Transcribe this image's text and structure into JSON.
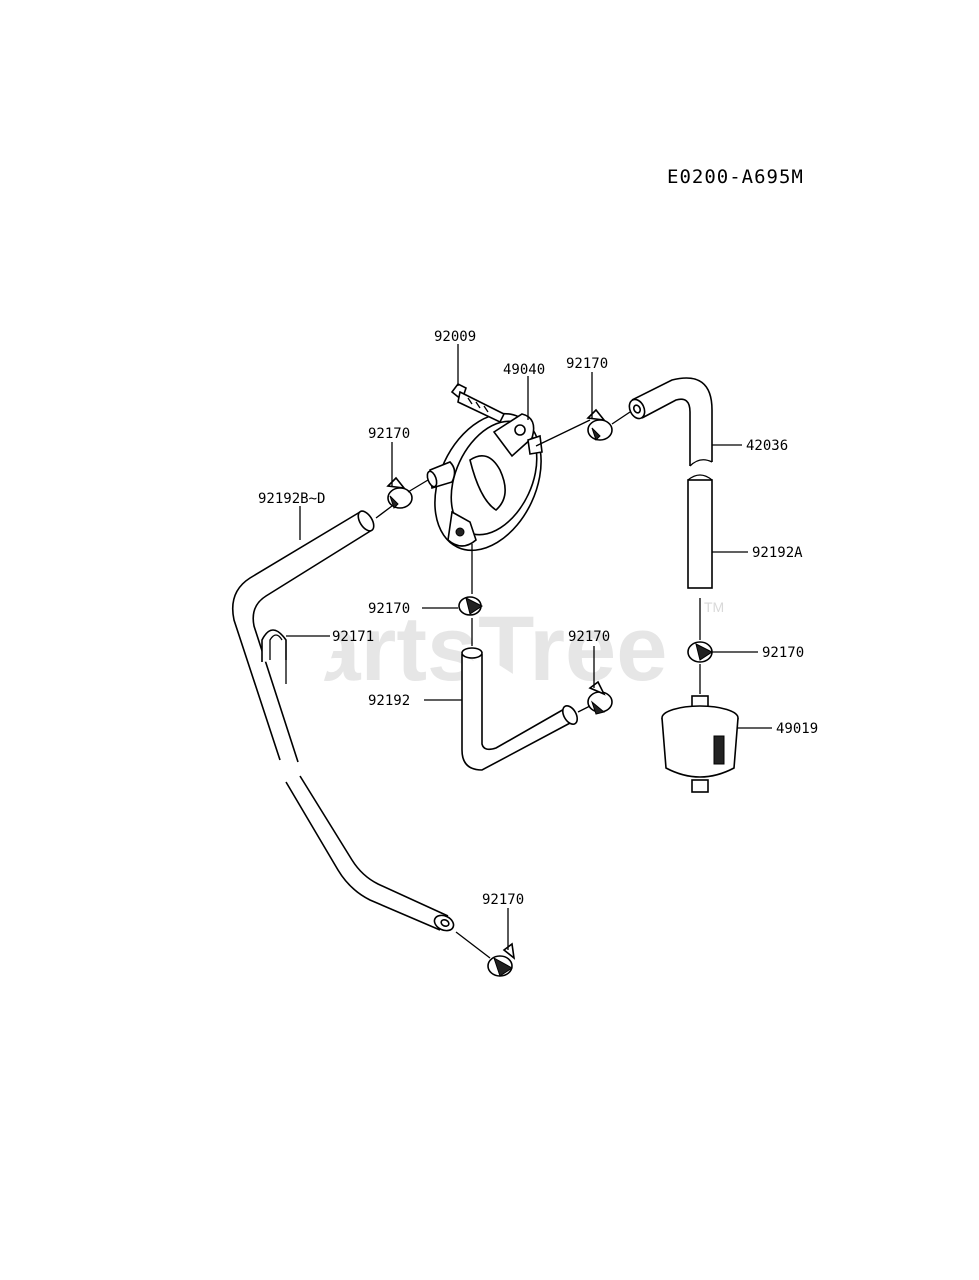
{
  "diagram_code": "E0200-A695M",
  "watermark": {
    "text": "PartsTree",
    "trademark": "TM"
  },
  "callouts": [
    {
      "id": "c-92009",
      "label": "92009"
    },
    {
      "id": "c-49040",
      "label": "49040"
    },
    {
      "id": "c-92170-top",
      "label": "92170"
    },
    {
      "id": "c-42036",
      "label": "42036"
    },
    {
      "id": "c-92170-left",
      "label": "92170"
    },
    {
      "id": "c-92192bd",
      "label": "92192B~D"
    },
    {
      "id": "c-92192a",
      "label": "92192A"
    },
    {
      "id": "c-92170-mid",
      "label": "92170"
    },
    {
      "id": "c-92171",
      "label": "92171"
    },
    {
      "id": "c-92170-right-mid",
      "label": "92170"
    },
    {
      "id": "c-92170-filter",
      "label": "92170"
    },
    {
      "id": "c-92192",
      "label": "92192"
    },
    {
      "id": "c-49019",
      "label": "49019"
    },
    {
      "id": "c-92170-bottom",
      "label": "92170"
    }
  ]
}
